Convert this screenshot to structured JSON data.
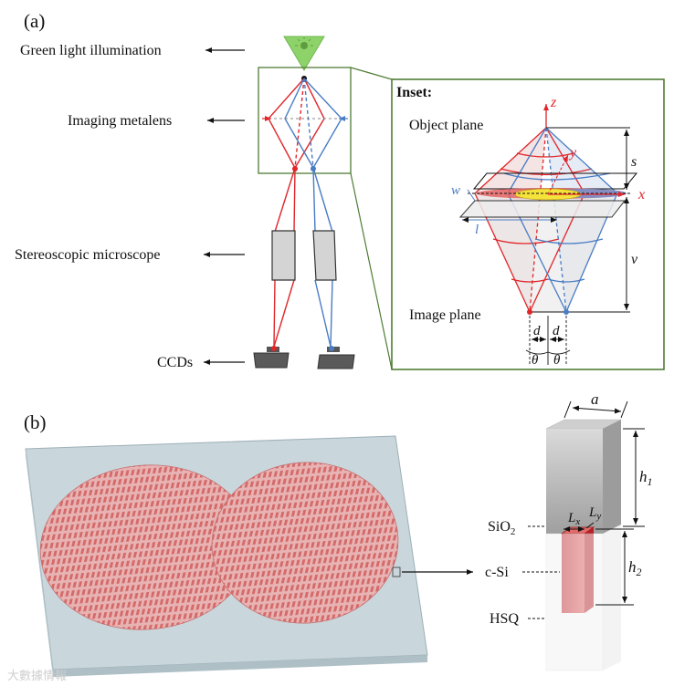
{
  "panel_a": {
    "label": "(a)",
    "labels": {
      "illumination": "Green light illumination",
      "metalens": "Imaging metalens",
      "microscope": "Stereoscopic microscope",
      "ccds": "CCDs"
    },
    "inset": {
      "title": "Inset:",
      "object_plane": "Object plane",
      "image_plane": "Image plane",
      "axis_z": "z",
      "axis_y": "y",
      "axis_x": "x",
      "dim_s": "s",
      "dim_v": "v",
      "dim_w": "w",
      "dim_l": "l",
      "dim_d1": "d",
      "dim_d2": "d",
      "theta1": "θ",
      "theta2": "θ"
    }
  },
  "panel_b": {
    "label": "(b)",
    "dim_a": "a",
    "dim_h1": "h",
    "dim_h1_sub": "1",
    "dim_h2": "h",
    "dim_h2_sub": "2",
    "dim_lx": "L",
    "dim_lx_sub": "x",
    "dim_ly": "L",
    "dim_ly_sub": "y",
    "sio2": "SiO",
    "sio2_sub": "2",
    "csi": "c-Si",
    "hsq": "HSQ"
  },
  "watermark": "大數據情報",
  "colors": {
    "red": "#e0262a",
    "blue": "#4a7cc4",
    "green_frame": "#4f7d34",
    "green_light": "#8ed36a",
    "pillar_red": "#d6333a",
    "substrate": "#c9d6dc",
    "metasurface": "#d98a8a"
  }
}
